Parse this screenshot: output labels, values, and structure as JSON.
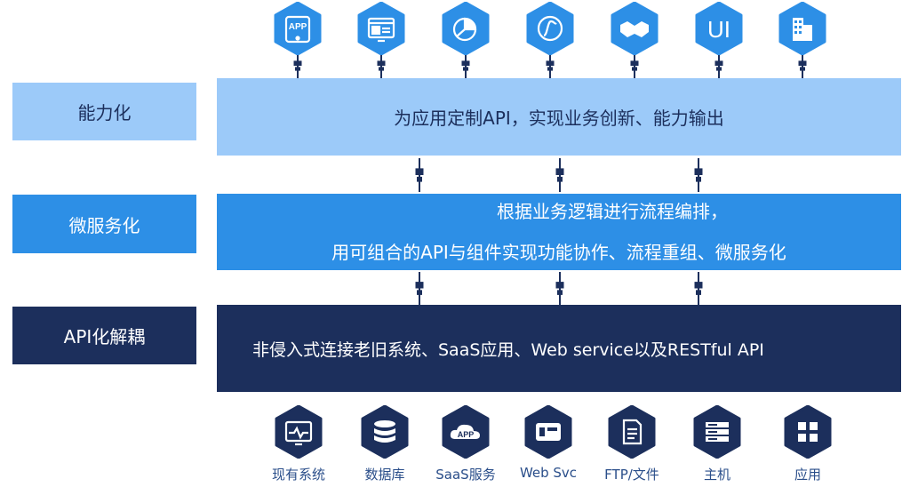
{
  "layers": {
    "top": {
      "label": "能力化",
      "text": "为应用定制API，实现业务创新、能力输出"
    },
    "middle": {
      "label": "微服务化",
      "line1": "根据业务逻辑进行流程编排，",
      "line2": "用可组合的API与组件实现功能协作、流程重组、微服务化"
    },
    "bottom": {
      "label": "API化解耦",
      "text": "非侵入式连接老旧系统、SaaS应用、Web service以及RESTful API"
    }
  },
  "top_icons": [
    {
      "name": "app-icon",
      "text": "APP"
    },
    {
      "name": "browser-icon",
      "text": ""
    },
    {
      "name": "pie-chart-icon",
      "text": ""
    },
    {
      "name": "curve-icon",
      "text": ""
    },
    {
      "name": "handshake-icon",
      "text": ""
    },
    {
      "name": "ui-icon",
      "text": "UI"
    },
    {
      "name": "building-icon",
      "text": ""
    }
  ],
  "bottom_items": [
    {
      "name": "legacy-system-icon",
      "label": "现有系统"
    },
    {
      "name": "database-icon",
      "label": "数据库"
    },
    {
      "name": "saas-app-icon",
      "label": "SaaS服务",
      "text": "APP"
    },
    {
      "name": "web-service-icon",
      "label": "Web Svc"
    },
    {
      "name": "ftp-file-icon",
      "label": "FTP/文件"
    },
    {
      "name": "host-icon",
      "label": "主机"
    },
    {
      "name": "application-icon",
      "label": "应用"
    }
  ],
  "colors": {
    "top_band": "#9ccaf9",
    "top_label_bg": "#9ccaf9",
    "mid_band": "#2d8fe6",
    "mid_label_bg": "#2d8fe6",
    "bottom_band": "#1c2f5c",
    "bottom_label_bg": "#1c2f5c",
    "top_hex": "#2d8fe6",
    "bottom_hex": "#1c2f5c",
    "bottom_text": "#2a4e8a"
  }
}
